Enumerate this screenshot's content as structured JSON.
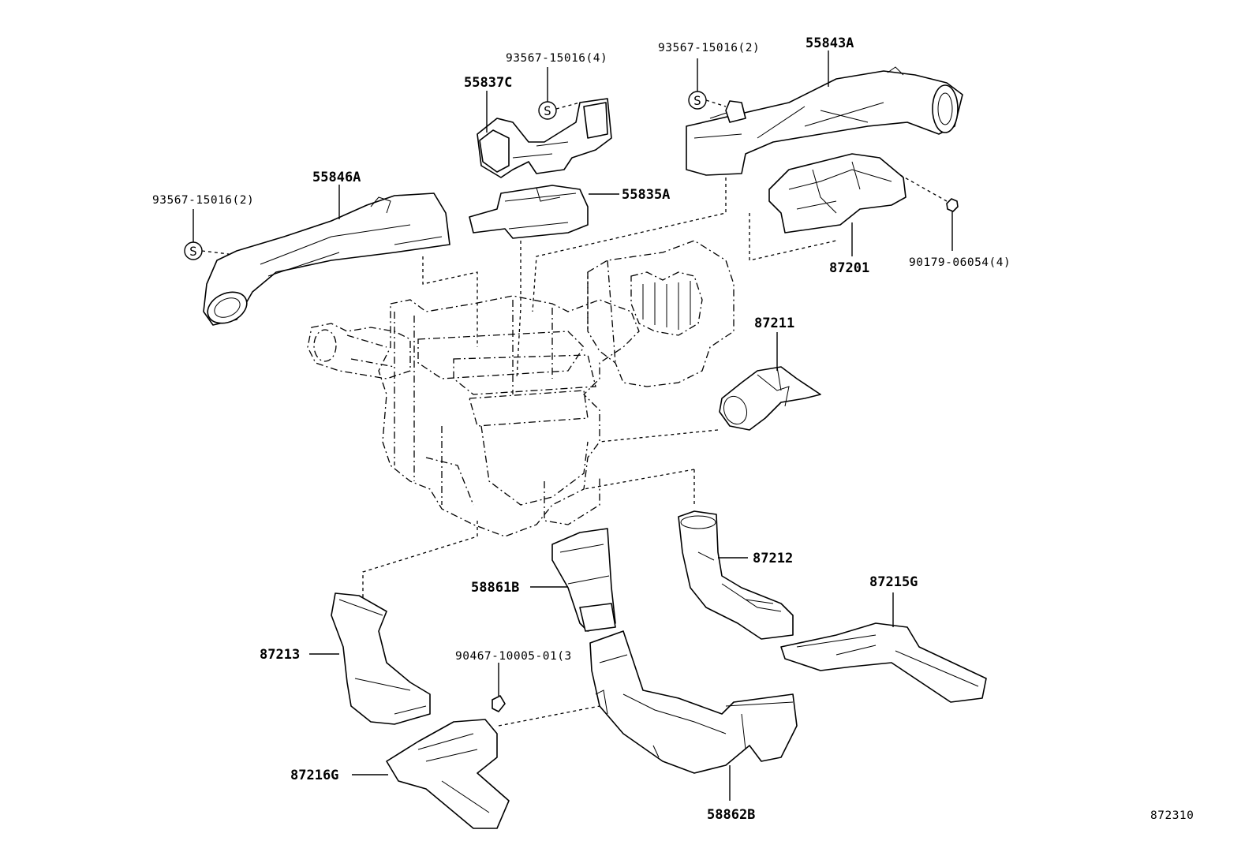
{
  "labels": {
    "p55843A": "55843A",
    "s_93567_2_top": "93567-15016(2)",
    "s_93567_4": "93567-15016(4)",
    "p55837C": "55837C",
    "p55846A": "55846A",
    "s_93567_2_left": "93567-15016(2)",
    "p55835A": "55835A",
    "p87201": "87201",
    "s_90179": "90179-06054(4)",
    "p87211": "87211",
    "p87212": "87212",
    "p87215G": "87215G",
    "p58861B": "58861B",
    "p87213": "87213",
    "s_90467": "90467-10005-01(3",
    "p87216G": "87216G",
    "p58862B": "58862B",
    "ref_code": "872310"
  },
  "screw_symbol": "S"
}
